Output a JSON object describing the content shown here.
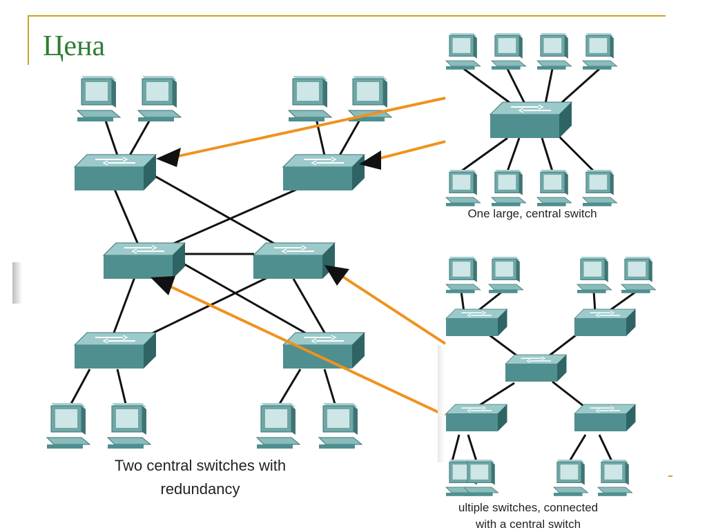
{
  "slide": {
    "title": "Цена"
  },
  "diagram": {
    "left_caption_line1": "Two central switches with",
    "left_caption_line2": "redundancy",
    "top_right_caption": "One large, central switch",
    "bottom_right_caption_line1": "ultiple switches, connected",
    "bottom_right_caption_line2": "with a central switch"
  },
  "colors": {
    "accent_line": "#c9a227",
    "title": "#2e7d32",
    "arrow": "#f0921e",
    "switch": "#4f8f8f",
    "link": "#111111"
  }
}
